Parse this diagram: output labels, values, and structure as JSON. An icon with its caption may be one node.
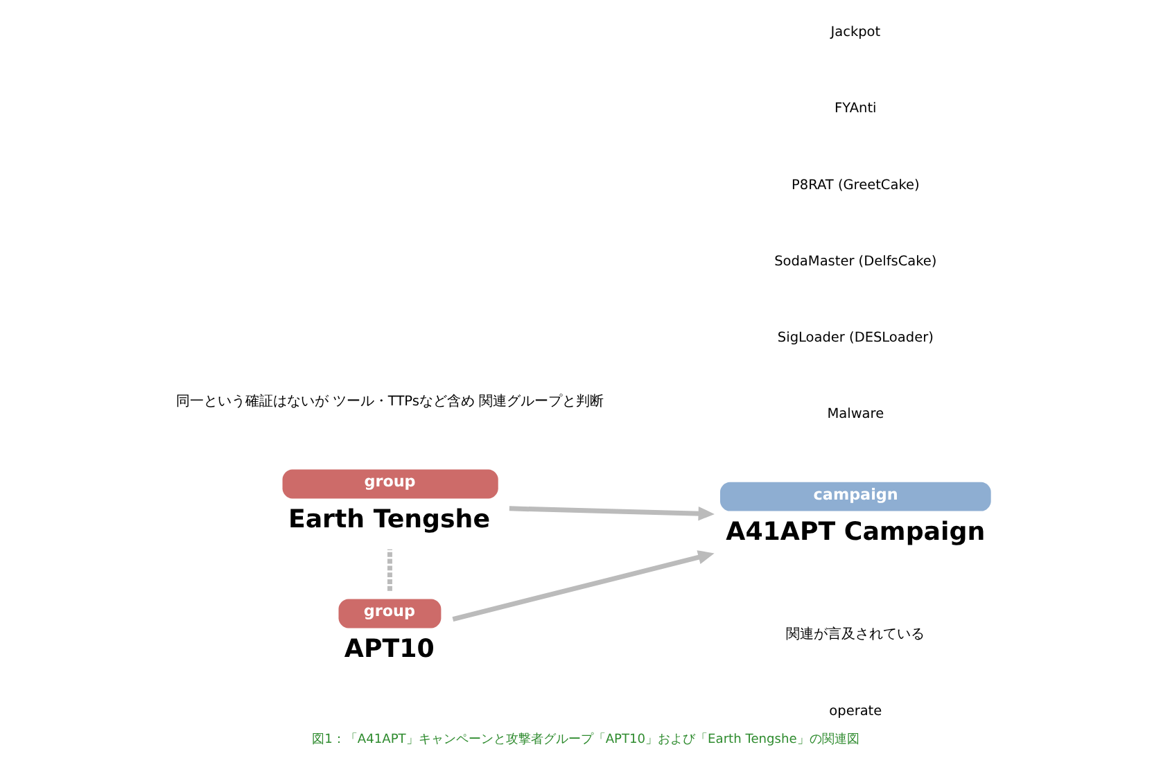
{
  "diagram": {
    "caption": "図1：「A41APT」キャンペーンと攻撃者グループ「APT10」および「Earth Tengshe」の関連図",
    "nodes": [
      {
        "text": [
          "group",
          "APT10"
        ]
      },
      {
        "text": [
          "group",
          "Earth Tengshe"
        ]
      },
      {
        "text": [
          "campaign",
          "A41APT Campaign"
        ]
      }
    ],
    "edges": [
      {
        "from": 0,
        "to": 2,
        "arrow": "to"
      },
      {
        "from": 1,
        "to": 2,
        "arrow": "to"
      },
      {
        "from": 0,
        "to": 1,
        "arrow": "none",
        "style": "dashed"
      }
    ],
    "labels": [
      "関連が言及されている",
      "同一という確証はないが ツール・TTPsなど含め 関連グループと判断",
      "operate",
      "Malware",
      "SigLoader (DESLoader)",
      "SodaMaster (DelfsCake)",
      "P8RAT (GreetCake)",
      "FYAnti",
      "Jackpot"
    ]
  }
}
